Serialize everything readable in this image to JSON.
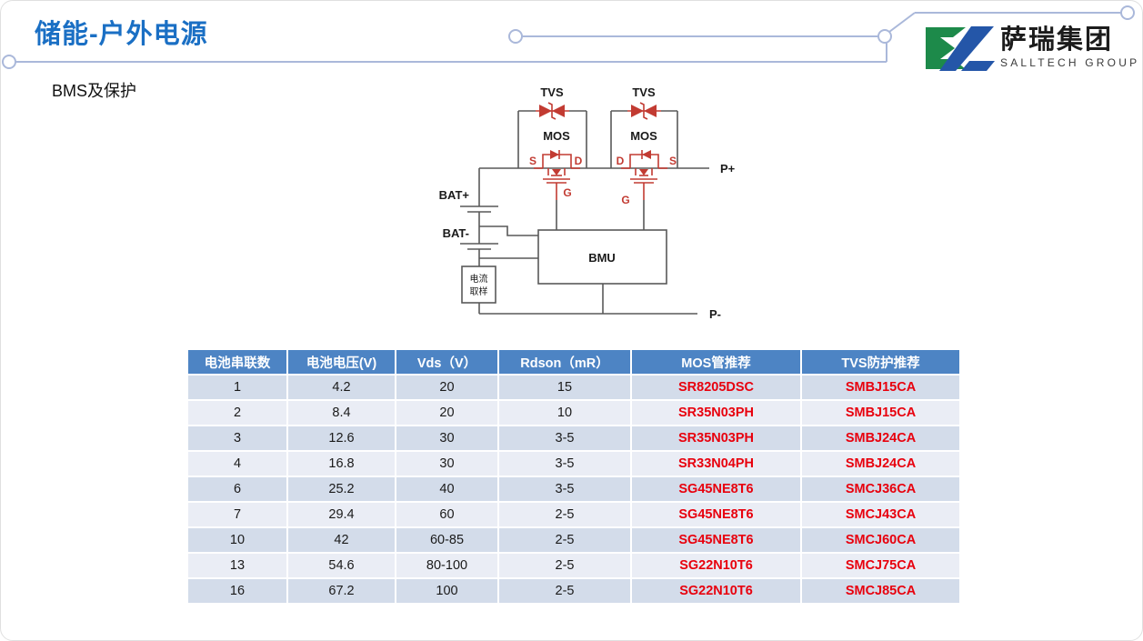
{
  "slide": {
    "title": "储能-户外电源",
    "subtitle": "BMS及保护"
  },
  "logo": {
    "company_cn": "萨瑞集团",
    "company_en": "SALLTECH GROUP"
  },
  "colors": {
    "title_blue": "#1a6fc4",
    "decor_line": "#aab8da",
    "table_header_blue": "#4d84c4",
    "row_band_dark": "#d3dcea",
    "row_band_light": "#eaedf5",
    "part_number_red": "#e8000d",
    "circuit_red": "#c23b32",
    "circuit_gray": "#595959",
    "logo_green": "#1d8a4a",
    "logo_blue": "#2456a8"
  },
  "diagram": {
    "tvs_label": "TVS",
    "mos_label": "MOS",
    "s_label": "S",
    "d_label": "D",
    "g_label": "G",
    "bat_plus_label": "BAT+",
    "bat_minus_label": "BAT-",
    "bmu_label": "BMU",
    "p_plus_label": "P+",
    "p_minus_label": "P-",
    "current_sample_line1": "电流",
    "current_sample_line2": "取样"
  },
  "table": {
    "headers": [
      "电池串联数",
      "电池电压(V)",
      "Vds（V）",
      "Rdson（mR）",
      "MOS管推荐",
      "TVS防护推荐"
    ],
    "rows": [
      [
        "1",
        "4.2",
        "20",
        "15",
        "SR8205DSC",
        "SMBJ15CA"
      ],
      [
        "2",
        "8.4",
        "20",
        "10",
        "SR35N03PH",
        "SMBJ15CA"
      ],
      [
        "3",
        "12.6",
        "30",
        "3-5",
        "SR35N03PH",
        "SMBJ24CA"
      ],
      [
        "4",
        "16.8",
        "30",
        "3-5",
        "SR33N04PH",
        "SMBJ24CA"
      ],
      [
        "6",
        "25.2",
        "40",
        "3-5",
        "SG45NE8T6",
        "SMCJ36CA"
      ],
      [
        "7",
        "29.4",
        "60",
        "2-5",
        "SG45NE8T6",
        "SMCJ43CA"
      ],
      [
        "10",
        "42",
        "60-85",
        "2-5",
        "SG45NE8T6",
        "SMCJ60CA"
      ],
      [
        "13",
        "54.6",
        "80-100",
        "2-5",
        "SG22N10T6",
        "SMCJ75CA"
      ],
      [
        "16",
        "67.2",
        "100",
        "2-5",
        "SG22N10T6",
        "SMCJ85CA"
      ]
    ]
  }
}
